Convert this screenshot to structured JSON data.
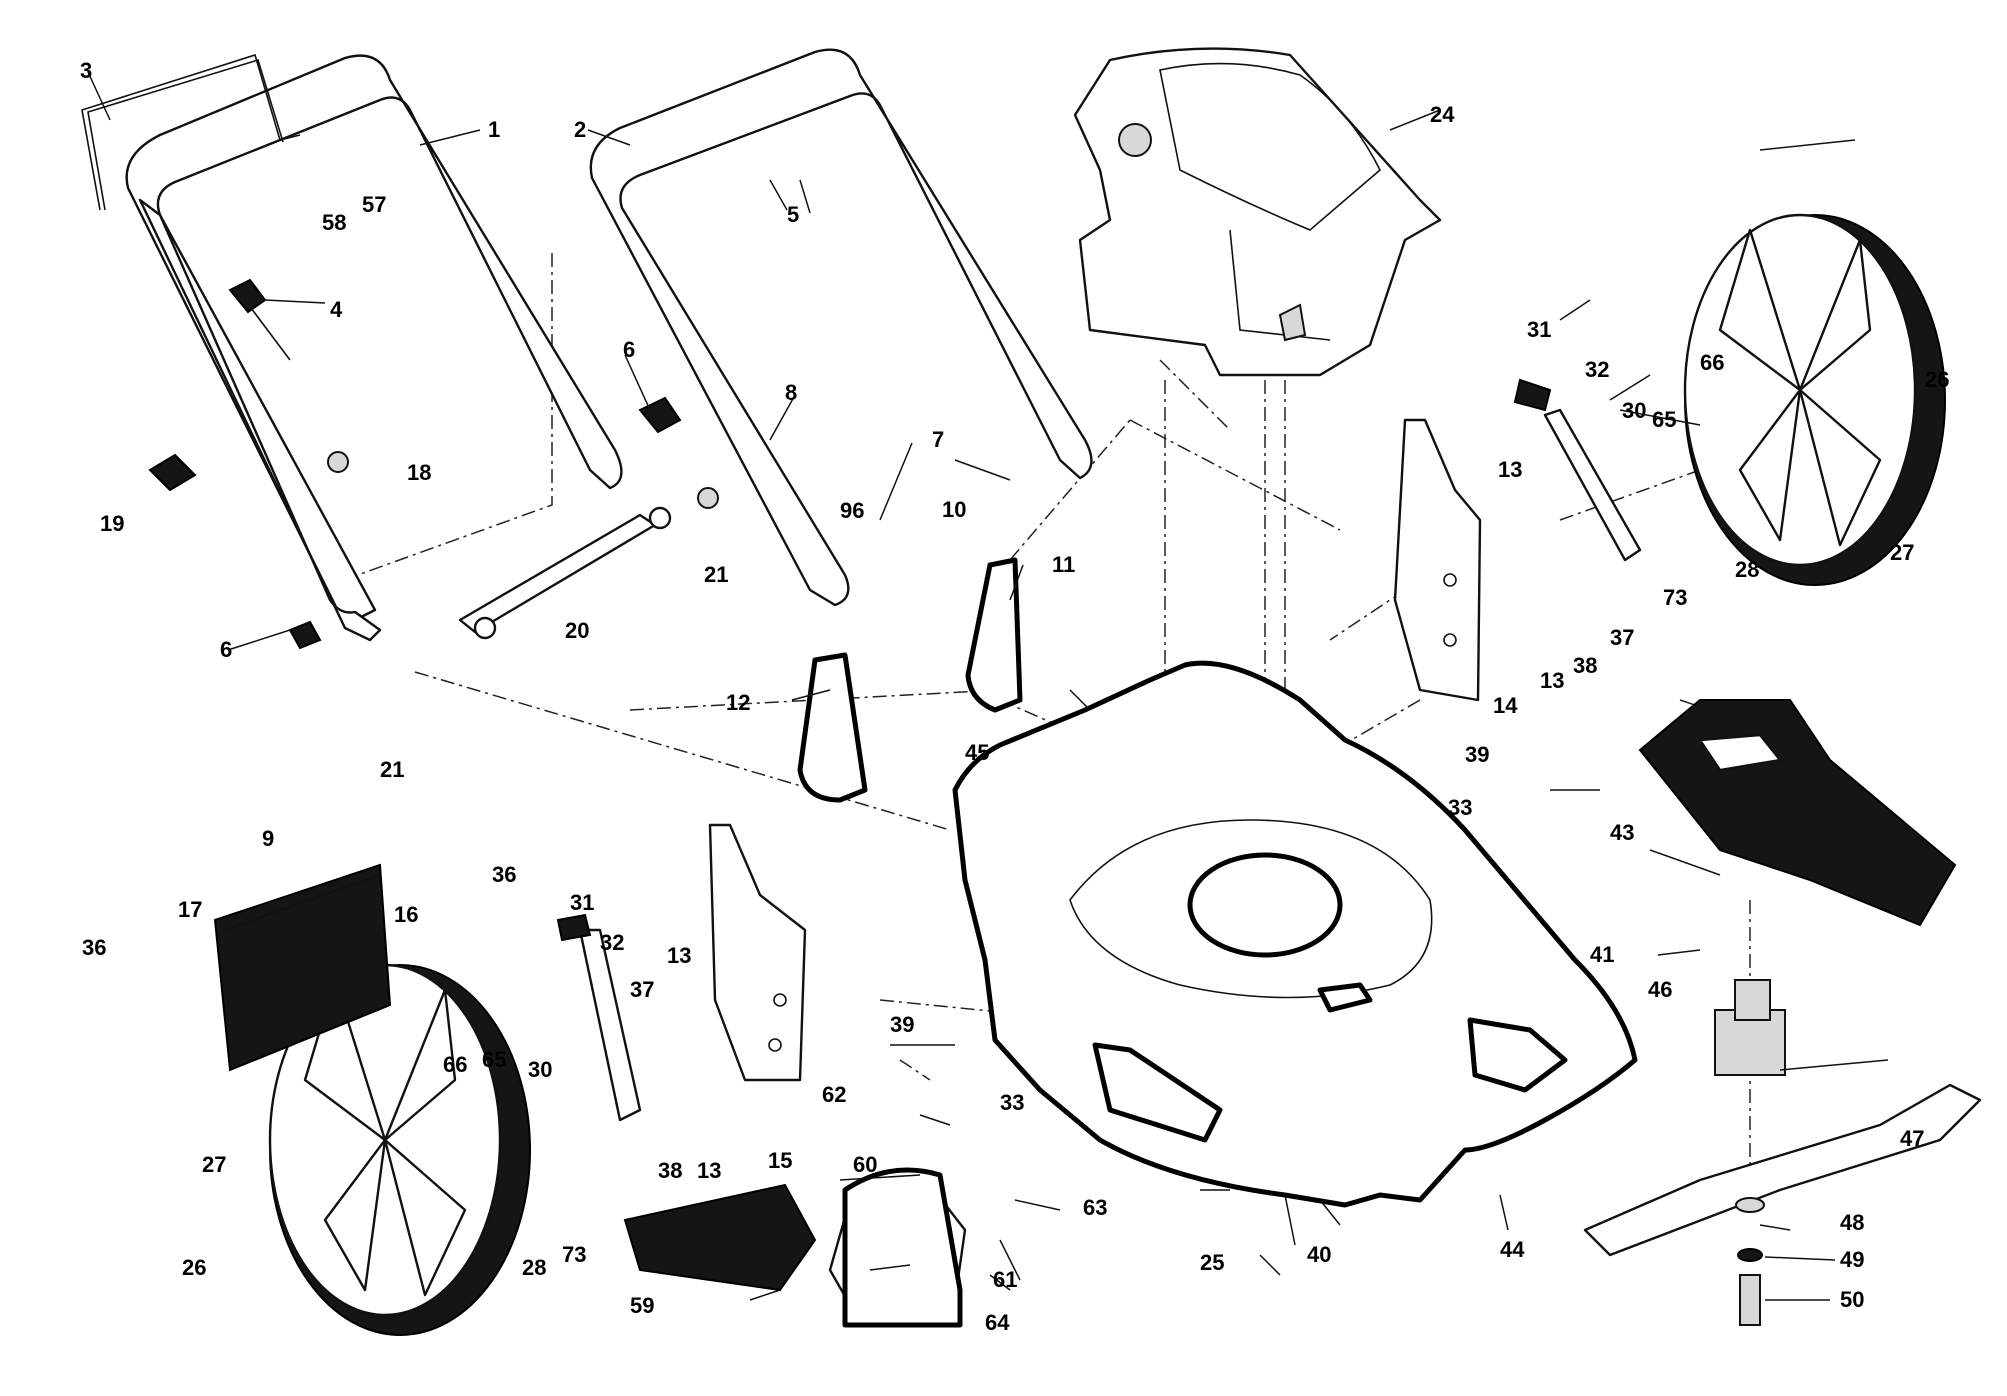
{
  "callouts": [
    {
      "id": "c1",
      "text": "1"
    },
    {
      "id": "c2",
      "text": "2"
    },
    {
      "id": "c3",
      "text": "3"
    },
    {
      "id": "c4",
      "text": "4"
    },
    {
      "id": "c5",
      "text": "5"
    },
    {
      "id": "c6a",
      "text": "6"
    },
    {
      "id": "c6b",
      "text": "6"
    },
    {
      "id": "c7",
      "text": "7"
    },
    {
      "id": "c8",
      "text": "8"
    },
    {
      "id": "c9",
      "text": "9"
    },
    {
      "id": "c10",
      "text": "10"
    },
    {
      "id": "c11",
      "text": "11"
    },
    {
      "id": "c12",
      "text": "12"
    },
    {
      "id": "c13a",
      "text": "13"
    },
    {
      "id": "c13b",
      "text": "13"
    },
    {
      "id": "c13c",
      "text": "13"
    },
    {
      "id": "c13d",
      "text": "13"
    },
    {
      "id": "c14",
      "text": "14"
    },
    {
      "id": "c15",
      "text": "15"
    },
    {
      "id": "c16",
      "text": "16"
    },
    {
      "id": "c17",
      "text": "17"
    },
    {
      "id": "c18",
      "text": "18"
    },
    {
      "id": "c19",
      "text": "19"
    },
    {
      "id": "c20",
      "text": "20"
    },
    {
      "id": "c21a",
      "text": "21"
    },
    {
      "id": "c21b",
      "text": "21"
    },
    {
      "id": "c24",
      "text": "24"
    },
    {
      "id": "c25",
      "text": "25"
    },
    {
      "id": "c26a",
      "text": "26"
    },
    {
      "id": "c26b",
      "text": "26"
    },
    {
      "id": "c27a",
      "text": "27"
    },
    {
      "id": "c27b",
      "text": "27"
    },
    {
      "id": "c28a",
      "text": "28"
    },
    {
      "id": "c28b",
      "text": "28"
    },
    {
      "id": "c30a",
      "text": "30"
    },
    {
      "id": "c30b",
      "text": "30"
    },
    {
      "id": "c31a",
      "text": "31"
    },
    {
      "id": "c31b",
      "text": "31"
    },
    {
      "id": "c32a",
      "text": "32"
    },
    {
      "id": "c32b",
      "text": "32"
    },
    {
      "id": "c33a",
      "text": "33"
    },
    {
      "id": "c33b",
      "text": "33"
    },
    {
      "id": "c36a",
      "text": "36"
    },
    {
      "id": "c36b",
      "text": "36"
    },
    {
      "id": "c37a",
      "text": "37"
    },
    {
      "id": "c37b",
      "text": "37"
    },
    {
      "id": "c38a",
      "text": "38"
    },
    {
      "id": "c38b",
      "text": "38"
    },
    {
      "id": "c39a",
      "text": "39"
    },
    {
      "id": "c39b",
      "text": "39"
    },
    {
      "id": "c40",
      "text": "40"
    },
    {
      "id": "c41",
      "text": "41"
    },
    {
      "id": "c43",
      "text": "43"
    },
    {
      "id": "c44",
      "text": "44"
    },
    {
      "id": "c45",
      "text": "45"
    },
    {
      "id": "c46",
      "text": "46"
    },
    {
      "id": "c47",
      "text": "47"
    },
    {
      "id": "c48",
      "text": "48"
    },
    {
      "id": "c49",
      "text": "49"
    },
    {
      "id": "c50",
      "text": "50"
    },
    {
      "id": "c57",
      "text": "57"
    },
    {
      "id": "c58",
      "text": "58"
    },
    {
      "id": "c59",
      "text": "59"
    },
    {
      "id": "c60",
      "text": "60"
    },
    {
      "id": "c61",
      "text": "61"
    },
    {
      "id": "c62",
      "text": "62"
    },
    {
      "id": "c63",
      "text": "63"
    },
    {
      "id": "c64",
      "text": "64"
    },
    {
      "id": "c65a",
      "text": "65"
    },
    {
      "id": "c65b",
      "text": "65"
    },
    {
      "id": "c66a",
      "text": "66"
    },
    {
      "id": "c66b",
      "text": "66"
    },
    {
      "id": "c73a",
      "text": "73"
    },
    {
      "id": "c73b",
      "text": "73"
    },
    {
      "id": "c96",
      "text": "96"
    }
  ]
}
